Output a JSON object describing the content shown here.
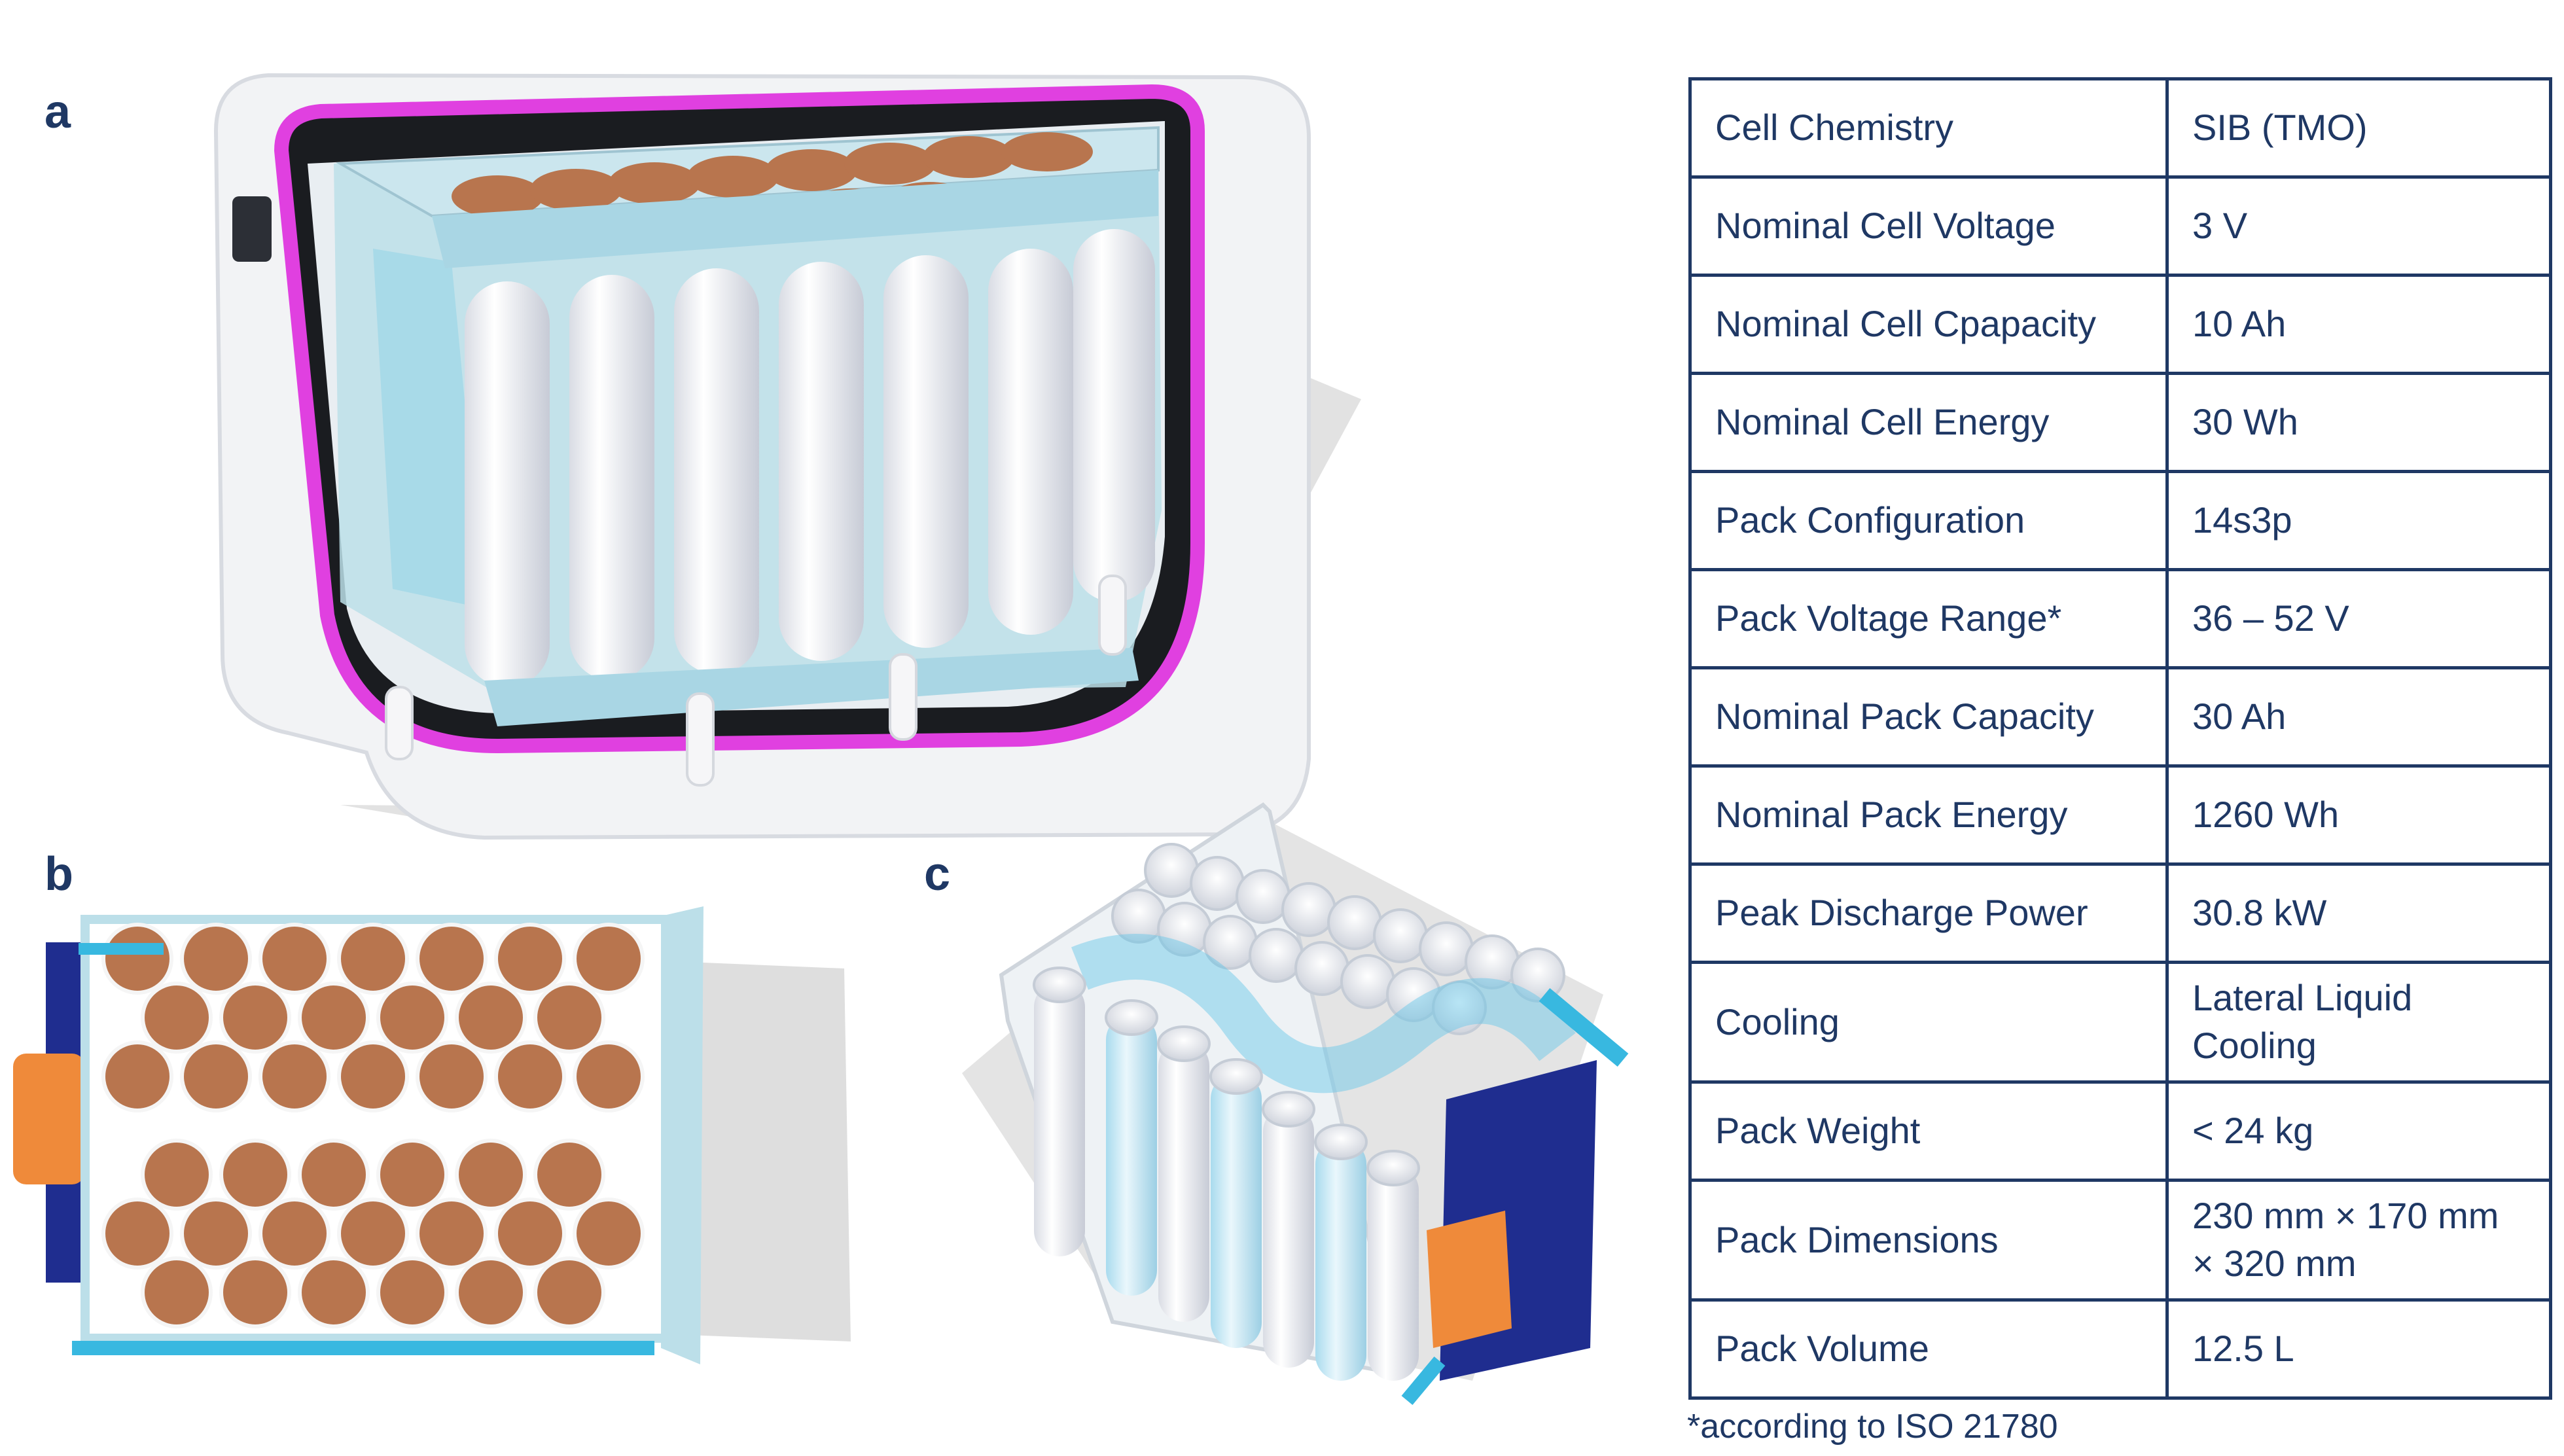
{
  "panels": {
    "a": "a",
    "b": "b",
    "c": "c"
  },
  "specs": [
    {
      "label": "Cell Chemistry",
      "value": "SIB (TMO)"
    },
    {
      "label": "Nominal Cell Voltage",
      "value": "3 V"
    },
    {
      "label": "Nominal Cell Cpapacity",
      "value": "10 Ah"
    },
    {
      "label": "Nominal Cell Energy",
      "value": "30 Wh"
    },
    {
      "label": "Pack Configuration",
      "value": "14s3p"
    },
    {
      "label": "Pack Voltage Range*",
      "value": "36 – 52 V"
    },
    {
      "label": "Nominal Pack Capacity",
      "value": "30 Ah"
    },
    {
      "label": "Nominal Pack Energy",
      "value": "1260 Wh"
    },
    {
      "label": "Peak Discharge Power",
      "value": "30.8 kW"
    },
    {
      "label": "Cooling",
      "value": "Lateral Liquid Cooling"
    },
    {
      "label": "Pack Weight",
      "value": "< 24 kg"
    },
    {
      "label": "Pack Dimensions",
      "value": "230 mm × 170 mm × 320 mm"
    },
    {
      "label": "Pack Volume",
      "value": "12.5 L"
    }
  ],
  "footnote": "*according to ISO 21780",
  "colors": {
    "text": "#1f3864",
    "housing": "#f2f3f5",
    "seal": "#e040e0",
    "cooling_blue": "#38b8e0",
    "tray": "#bcdfe9",
    "busbar_copper": "#b8754e",
    "pcb": "#1f2d8f",
    "connector": "#ef8a3a"
  }
}
